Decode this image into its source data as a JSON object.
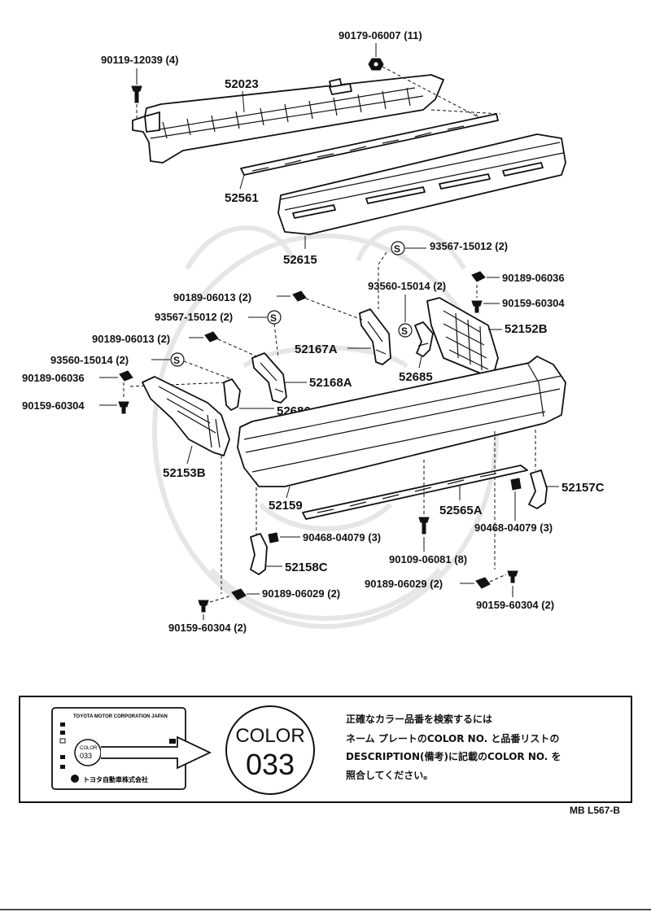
{
  "labels": {
    "p52023": "52023",
    "p52561": "52561",
    "p52615": "52615",
    "p52152B": "52152B",
    "p52167A": "52167A",
    "p52168A": "52168A",
    "p52685": "52685",
    "p52686": "52686",
    "p52153B": "52153B",
    "p52159": "52159",
    "p52565A": "52565A",
    "p52157C": "52157C",
    "p52158C": "52158C",
    "f90119": "90119-12039 (4)",
    "f90179": "90179-06007 (11)",
    "f93567a": "93567-15012 (2)",
    "f90189_06036a": "90189-06036",
    "f93560a": "93560-15014 (2)",
    "f90159a": "90159-60304",
    "f90189_06013a": "90189-06013 (2)",
    "f93567b": "93567-15012 (2)",
    "f90189_06013b": "90189-06013 (2)",
    "f93560b": "93560-15014 (2)",
    "f90189_06036b": "90189-06036",
    "f90159b": "90159-60304",
    "f90468a": "90468-04079 (3)",
    "f90468b": "90468-04079 (3)",
    "f90109": "90109-06081 (8)",
    "f90189_06029a": "90189-06029 (2)",
    "f90189_06029b": "90189-06029 (2)",
    "f90159c": "90159-60304 (2)",
    "f90159d": "90159-60304 (2)"
  },
  "legend": {
    "color_word": "COLOR",
    "color_code": "033",
    "plate_header": "TOYOTA MOTOR CORPORATION JAPAN",
    "plate_maker": "トヨタ自動車株式会社",
    "note_line1": "正確なカラー品番を検索するには",
    "note_line2": "ネーム プレートのCOLOR NO. と品番リストの",
    "note_line3": "DESCRIPTION(備考)に記載のCOLOR NO. を",
    "note_line4": "照合してください。"
  },
  "ref_code": "MB L567-B"
}
